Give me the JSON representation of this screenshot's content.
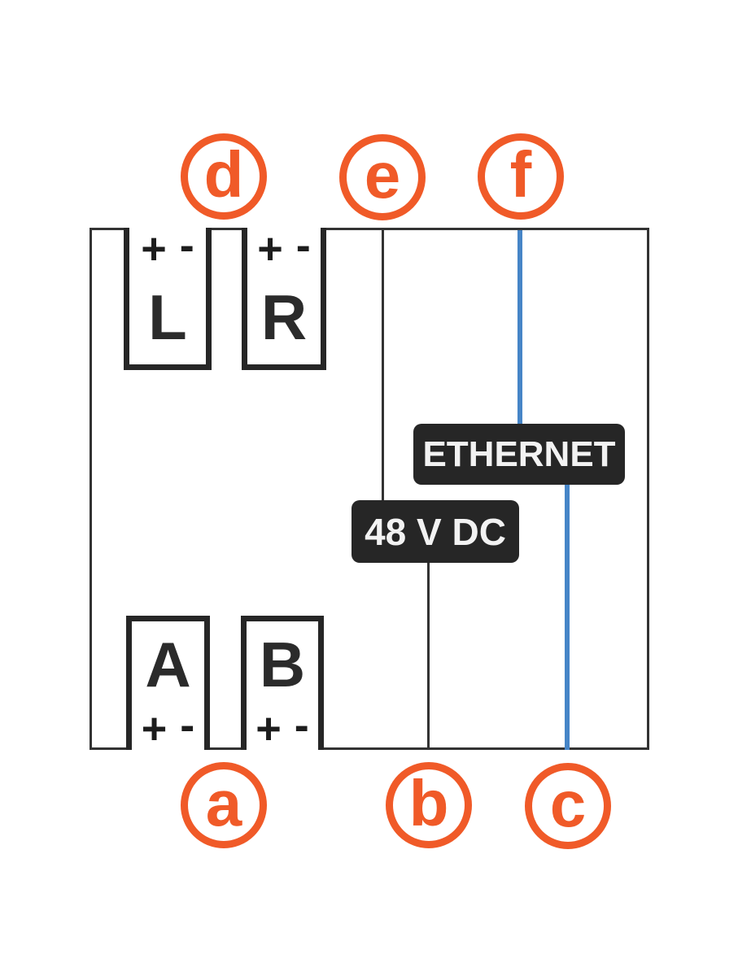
{
  "colors": {
    "accent_orange": "#F05A28",
    "ethernet_blue": "#4685C7",
    "label_background": "#262626",
    "label_text": "#F2F2F2",
    "line_black": "#333333",
    "terminal_ink": "#2B2B2B"
  },
  "callouts": {
    "top": [
      {
        "letter": "d"
      },
      {
        "letter": "e"
      },
      {
        "letter": "f"
      }
    ],
    "bottom": [
      {
        "letter": "a"
      },
      {
        "letter": "b"
      },
      {
        "letter": "c"
      }
    ]
  },
  "terminals": {
    "top": [
      {
        "letter": "L",
        "plus": "+",
        "minus": "-"
      },
      {
        "letter": "R",
        "plus": "+",
        "minus": "-"
      }
    ],
    "bottom": [
      {
        "letter": "A",
        "plus": "+",
        "minus": "-"
      },
      {
        "letter": "B",
        "plus": "+",
        "minus": "-"
      }
    ]
  },
  "labels": {
    "ethernet": "ETHERNET",
    "power": "48 V DC"
  }
}
